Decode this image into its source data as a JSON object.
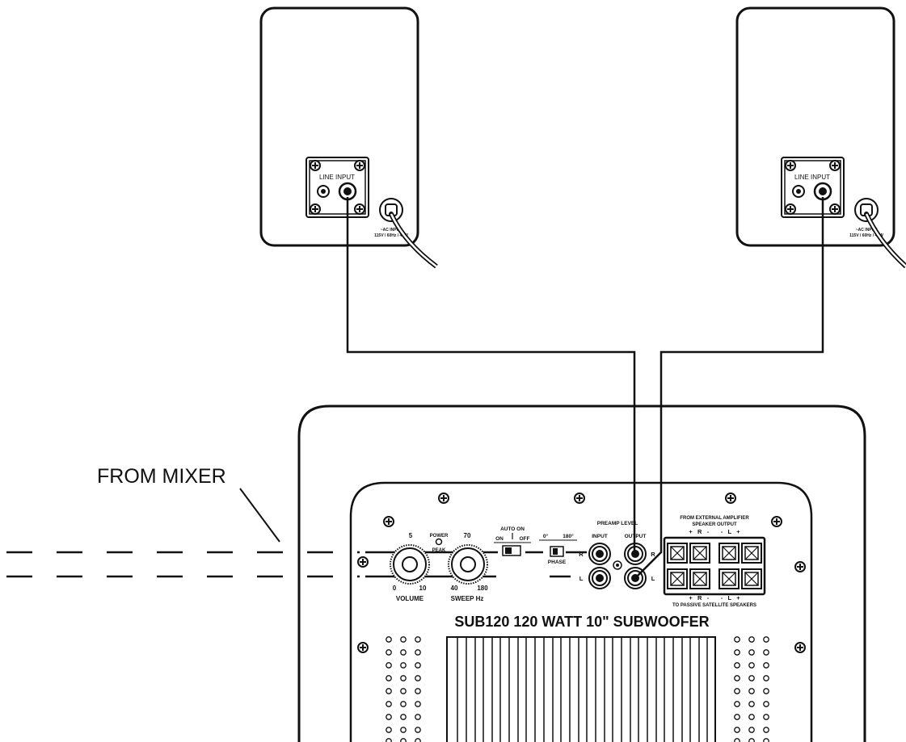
{
  "satellites": {
    "left": {
      "panel_label": "LINE INPUT",
      "ac_label_1": "~AC INPUT",
      "ac_label_2": "115V / 60Hz / 40W"
    },
    "right": {
      "panel_label": "LINE INPUT",
      "ac_label_1": "~AC INPUT",
      "ac_label_2": "115V / 60Hz / 40W"
    }
  },
  "source_label": "FROM MIXER",
  "subwoofer": {
    "model_title": "SUB120  120 WATT 10\" SUBWOOFER",
    "volume": {
      "top": "5",
      "min": "0",
      "max": "10",
      "label": "VOLUME"
    },
    "power": {
      "label": "POWER",
      "peak": "PEAK"
    },
    "sweep": {
      "top": "70",
      "min": "40",
      "max": "180",
      "label": "SWEEP Hz"
    },
    "auto_on": {
      "label": "AUTO ON",
      "on": "ON",
      "off": "OFF"
    },
    "phase": {
      "a": "0°",
      "b": "180°",
      "label": "PHASE"
    },
    "preamp": {
      "label": "PREAMP LEVEL",
      "input": "INPUT",
      "output": "OUTPUT",
      "r": "R",
      "l": "L",
      "r2": "R",
      "l2": "L"
    },
    "speaker_out": {
      "top1": "FROM EXTERNAL AMPLIFIER",
      "top2": "SPEAKER OUTPUT",
      "top_signs": "+   R   -       -   L   +",
      "bottom_signs": "+   R   -       -   L   +",
      "bottom_label": "TO PASSIVE SATELLITE SPEAKERS"
    }
  }
}
